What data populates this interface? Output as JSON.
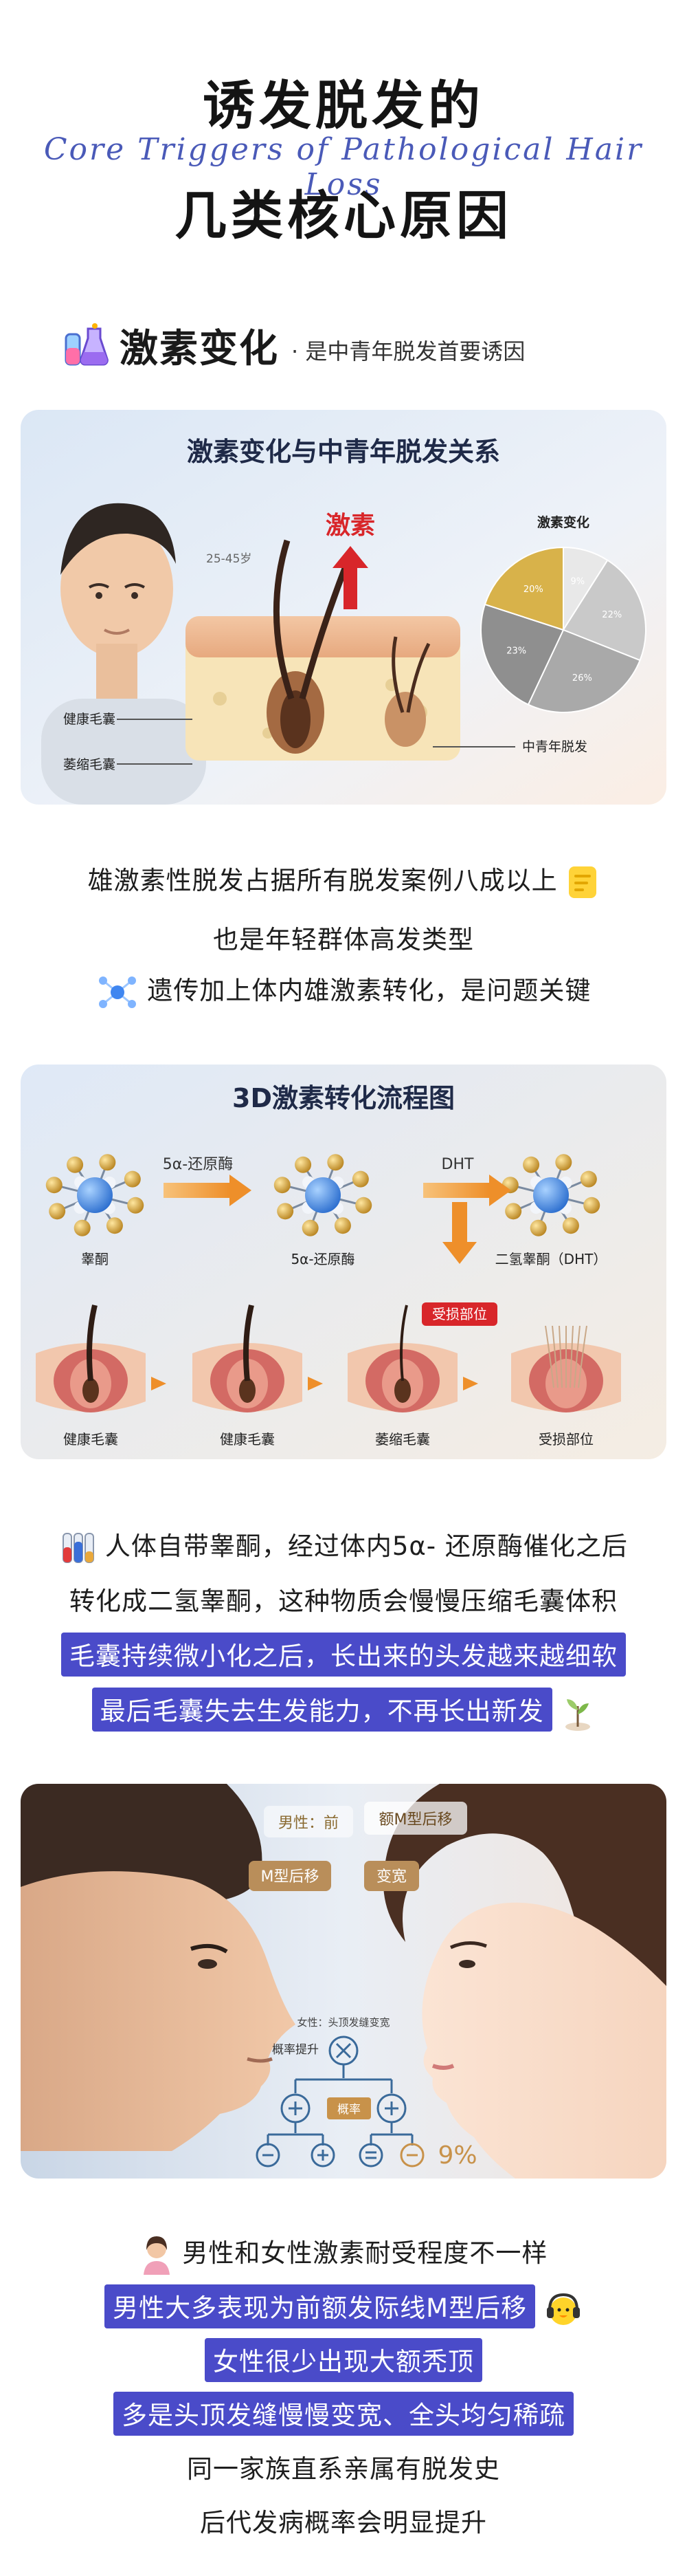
{
  "header": {
    "title_line1": "诱发脱发的",
    "subtitle_script": "Core Triggers of Pathological Hair Loss",
    "title_line2": "几类核心原因"
  },
  "section": {
    "title": "激素变化",
    "subtitle": "· 是中青年脱发首要诱因"
  },
  "card1": {
    "title": "激素变化与中青年脱发关系",
    "age_label": "25-45岁",
    "hormone_label": "激素",
    "healthy_label": "健康毛囊",
    "atrophy_label": "萎缩毛囊",
    "result_label": "中青年脱发",
    "pie_title": "激素变化",
    "pie_labels": [
      "9%",
      "22%",
      "26%",
      "23%",
      "20%"
    ],
    "pie_values": [
      9,
      22,
      26,
      23,
      20
    ],
    "pie_colors": [
      "#e8e8e8",
      "#c9c9c9",
      "#a9a9a9",
      "#8f8f8f",
      "#d8b24a"
    ]
  },
  "para1": {
    "line1": "雄激素性脱发占据所有脱发案例八成以上",
    "line2": "也是年轻群体高发类型",
    "line3": "遗传加上体内雄激素转化，是问题关键"
  },
  "card2": {
    "title": "3D激素转化流程图",
    "enzyme_label": "5α-还原酶",
    "dht_label": "DHT",
    "molecule_labels": [
      "睾酮",
      "5α-还原酶",
      "二氢睾酮（DHT）"
    ],
    "damage_tag": "受损部位",
    "follicle_labels": [
      "健康毛囊",
      "健康毛囊",
      "萎缩毛囊",
      "受损部位"
    ]
  },
  "para2": {
    "line1": "人体自带睾酮，经过体内5α- 还原酶催化之后",
    "line2": "转化成二氢睾酮，这种物质会慢慢压缩毛囊体积",
    "line3": "毛囊持续微小化之后，长出来的头发越来越细软",
    "line4": "最后毛囊失去生发能力，不再长出新发"
  },
  "card3": {
    "male_label_a": "男性：前",
    "male_label_b": "额M型后移",
    "m_shift": "M型后移",
    "widen": "变宽",
    "female_label": "女性：头顶发缝变宽",
    "prob_up": "概率提升",
    "prob_tag": "概率",
    "percent": "9%"
  },
  "para3": {
    "line1": "男性和女性激素耐受程度不一样",
    "line2": "男性大多表现为前额发际线M型后移",
    "line3": "女性很少出现大额秃顶",
    "line4": "多是头顶发缝慢慢变宽、全头均匀稀疏",
    "line5": "同一家族直系亲属有脱发史",
    "line6": "后代发病概率会明显提升"
  },
  "colors": {
    "highlight": "#4a4bc9",
    "script": "#4a5ab8",
    "hormone_red": "#d8262a",
    "gold": "#d8b24a"
  }
}
